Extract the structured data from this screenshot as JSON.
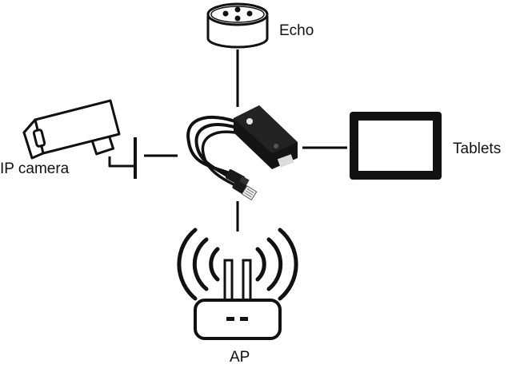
{
  "diagram": {
    "center": {
      "name": "PoE splitter"
    },
    "nodes": [
      {
        "id": "echo",
        "label": "Echo",
        "icon": "smart-speaker-icon"
      },
      {
        "id": "tablets",
        "label": "Tablets",
        "icon": "tablet-icon"
      },
      {
        "id": "ip-camera",
        "label": "IP camera",
        "icon": "security-camera-icon"
      },
      {
        "id": "ap",
        "label": "AP",
        "icon": "wireless-router-icon"
      }
    ],
    "connections": [
      {
        "from": "echo",
        "to": "splitter"
      },
      {
        "from": "tablets",
        "to": "splitter"
      },
      {
        "from": "ip-camera",
        "to": "splitter"
      },
      {
        "from": "ap",
        "to": "splitter"
      }
    ]
  },
  "colors": {
    "line": "#000000",
    "device": "#141414",
    "background": "#ffffff"
  }
}
